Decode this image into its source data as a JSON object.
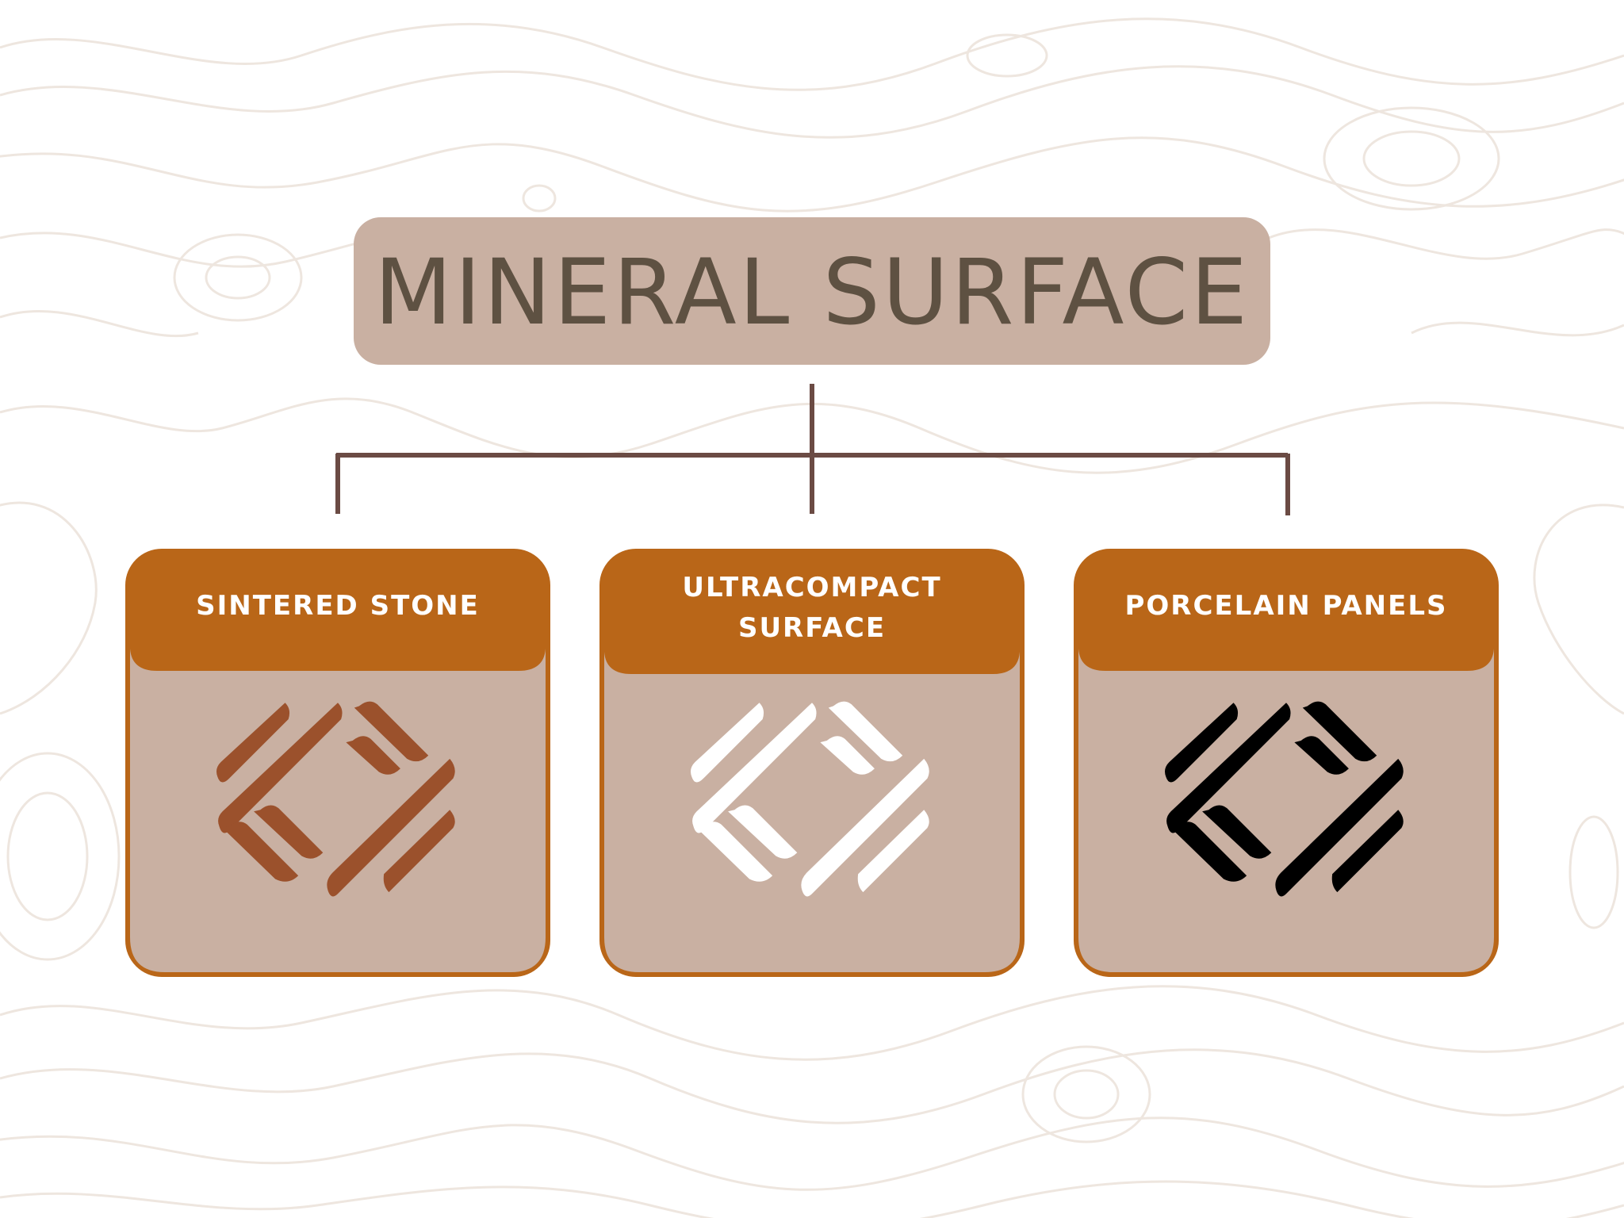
{
  "diagram": {
    "title": "MINERAL SURFACE",
    "children": [
      {
        "label": "SINTERED STONE",
        "icon": "tile-pattern-icon",
        "icon_color": "#9b512c"
      },
      {
        "label": "ULTRACOMPACT\nSURFACE",
        "icon": "tile-pattern-icon",
        "icon_color": "#ffffff"
      },
      {
        "label": "PORCELAIN PANELS",
        "icon": "tile-pattern-icon",
        "icon_color": "#000000"
      }
    ]
  },
  "colors": {
    "title_bg": "#c9b0a2",
    "title_text": "#5e5142",
    "card_header": "#b96618",
    "card_body": "#c9b0a2",
    "card_border": "#b96618",
    "connector": "#6b4b44",
    "topo_lines": "#eee6df"
  }
}
